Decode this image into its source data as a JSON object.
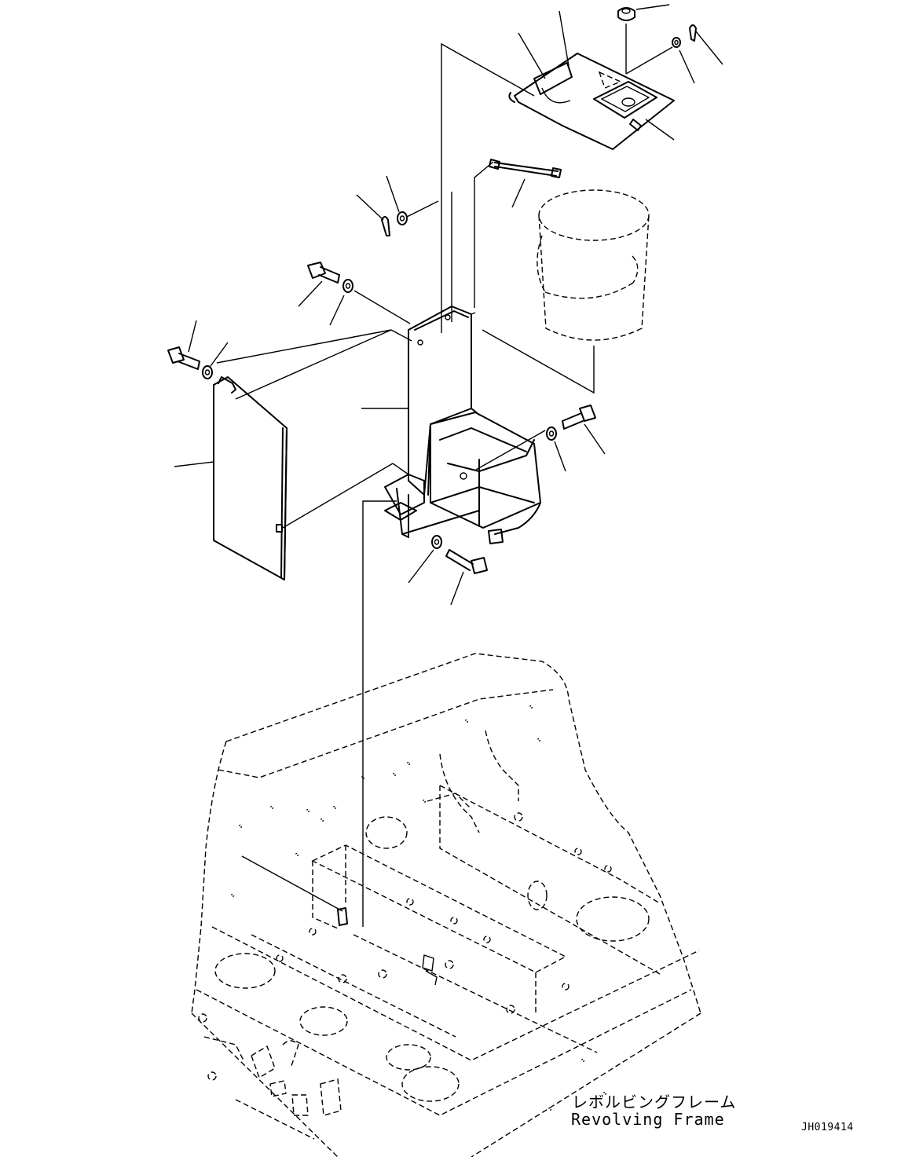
{
  "frame_label": {
    "japanese": "レボルビングフレーム",
    "english": "Revolving Frame"
  },
  "drawing_code": "JH019414",
  "parts": [
    {
      "name": "bucket-holder-bracket-icon"
    },
    {
      "name": "side-cover-plate-icon"
    },
    {
      "name": "top-lid-plate-icon"
    },
    {
      "name": "bucket-icon"
    },
    {
      "name": "revolving-frame-icon"
    },
    {
      "name": "bolt-icon"
    },
    {
      "name": "washer-icon"
    },
    {
      "name": "cotter-pin-icon"
    },
    {
      "name": "rod-icon"
    },
    {
      "name": "latch-icon"
    }
  ]
}
